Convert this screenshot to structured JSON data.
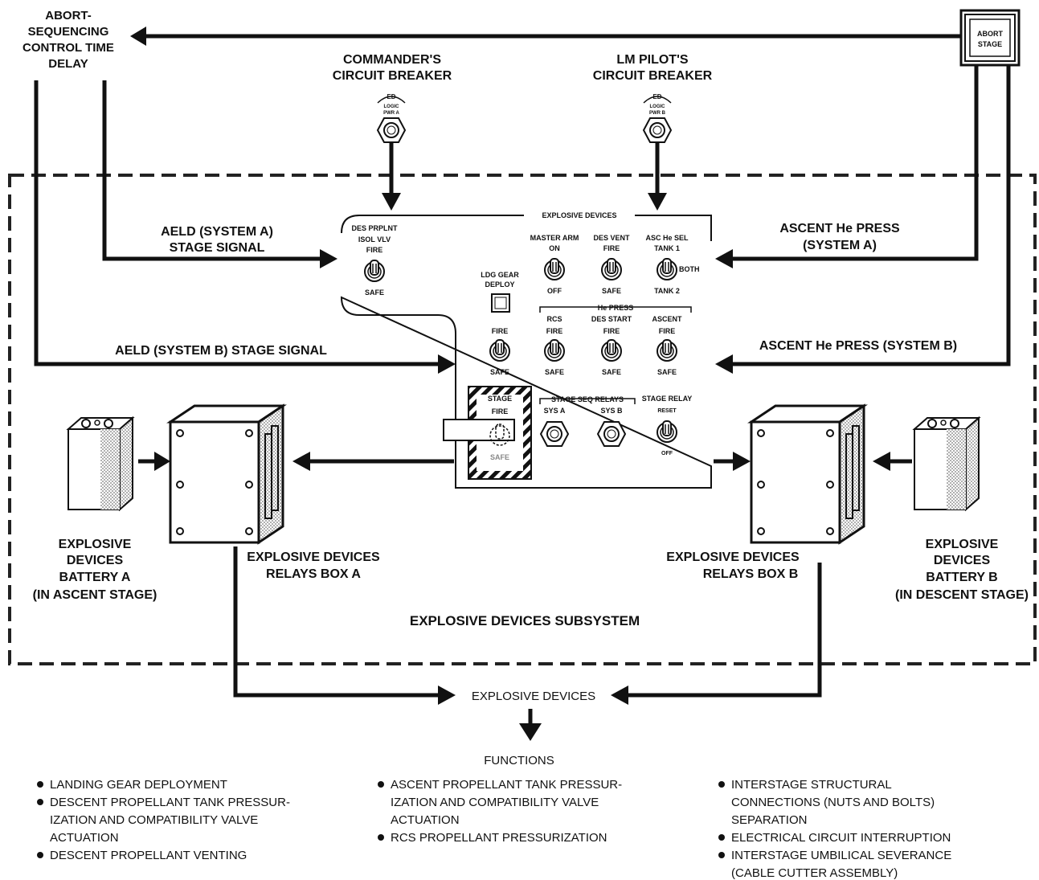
{
  "abort_stage_button": "ABORT\nSTAGE",
  "abort_sequencing": [
    "ABORT-",
    "SEQUENCING",
    "CONTROL TIME",
    "DELAY"
  ],
  "commanders_cb": [
    "COMMANDER'S",
    "CIRCUIT BREAKER"
  ],
  "lm_pilots_cb": [
    "LM PILOT'S",
    "CIRCUIT BREAKER"
  ],
  "cb_a_label": [
    "ED",
    "LOGIC",
    "PWR A"
  ],
  "cb_b_label": [
    "ED",
    "LOGIC",
    "PWR B"
  ],
  "aeld_a": [
    "AELD (SYSTEM A)",
    "STAGE SIGNAL"
  ],
  "aeld_b": "AELD (SYSTEM B) STAGE SIGNAL",
  "ascent_he_a": [
    "ASCENT He PRESS",
    "(SYSTEM A)"
  ],
  "ascent_he_b": "ASCENT He PRESS (SYSTEM B)",
  "panel": {
    "title": "EXPLOSIVE DEVICES",
    "des_prplnt": [
      "DES PRPLNT",
      "ISOL VLV",
      "FIRE",
      "SAFE"
    ],
    "master_arm": [
      "MASTER ARM",
      "ON",
      "OFF"
    ],
    "des_vent": [
      "DES VENT",
      "FIRE",
      "SAFE"
    ],
    "asc_he_sel": [
      "ASC He SEL",
      "TANK 1",
      "BOTH",
      "TANK 2"
    ],
    "ldg_gear": [
      "LDG GEAR",
      "DEPLOY"
    ],
    "he_press": "He PRESS",
    "fire_safe": [
      "FIRE",
      "SAFE"
    ],
    "rcs": [
      "RCS",
      "FIRE",
      "SAFE"
    ],
    "des_start": [
      "DES START",
      "FIRE",
      "SAFE"
    ],
    "ascent": [
      "ASCENT",
      "FIRE",
      "SAFE"
    ],
    "stage": [
      "STAGE",
      "FIRE",
      "SAFE"
    ],
    "stage_seq_relays": "STAGE SEQ  RELAYS",
    "sys_a": "SYS A",
    "sys_b": "SYS B",
    "stage_relay": [
      "STAGE RELAY",
      "RESET",
      "OFF"
    ]
  },
  "battery_a": [
    "EXPLOSIVE",
    "DEVICES",
    "BATTERY A",
    "(IN ASCENT STAGE)"
  ],
  "relays_box_a": [
    "EXPLOSIVE DEVICES",
    "RELAYS BOX A"
  ],
  "relays_box_b": [
    "EXPLOSIVE DEVICES",
    "RELAYS BOX B"
  ],
  "battery_b": [
    "EXPLOSIVE",
    "DEVICES",
    "BATTERY B",
    "(IN DESCENT STAGE)"
  ],
  "subsystem_title": "EXPLOSIVE DEVICES SUBSYSTEM",
  "explosive_devices": "EXPLOSIVE DEVICES",
  "functions_title": "FUNCTIONS",
  "functions_col1": [
    [
      "LANDING GEAR DEPLOYMENT"
    ],
    [
      "DESCENT PROPELLANT TANK PRESSUR-",
      "IZATION AND COMPATIBILITY VALVE",
      "ACTUATION"
    ],
    [
      "DESCENT PROPELLANT VENTING"
    ]
  ],
  "functions_col2": [
    [
      "ASCENT PROPELLANT TANK PRESSUR-",
      "IZATION AND COMPATIBILITY VALVE",
      "ACTUATION"
    ],
    [
      "RCS PROPELLANT PRESSURIZATION"
    ]
  ],
  "functions_col3": [
    [
      "INTERSTAGE STRUCTURAL",
      "CONNECTIONS (NUTS AND BOLTS)",
      "SEPARATION"
    ],
    [
      "ELECTRICAL CIRCUIT INTERRUPTION"
    ],
    [
      "INTERSTAGE UMBILICAL SEVERANCE",
      "(CABLE CUTTER ASSEMBLY)"
    ]
  ]
}
